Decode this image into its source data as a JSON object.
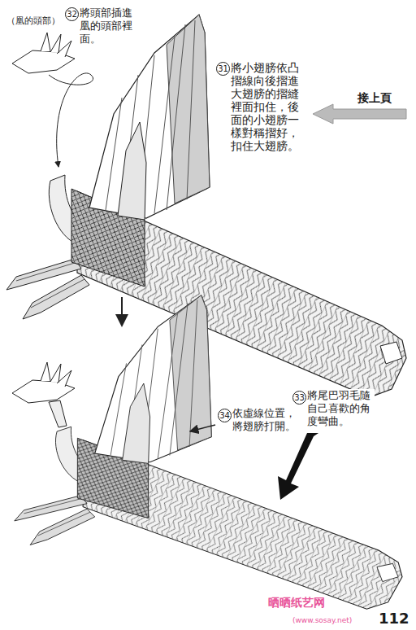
{
  "diagram": {
    "labels": [
      "（凰的頭部）",
      "32",
      "將頭部插進凰的頭部裡面。",
      "31",
      "將小翅膀依凸摺線向後摺進大翅膀的摺縫裡面扣住，後面的小翅膀一樣對稱摺好，扣住大翅膀。",
      "接上頁",
      "34",
      "依虛線位置，將翅膀打開。",
      "33",
      "將尾巴羽毛隨自己喜歡的角度彎曲。",
      "112",
      "晒晒纸艺网",
      "(www.sosay.net)"
    ]
  }
}
